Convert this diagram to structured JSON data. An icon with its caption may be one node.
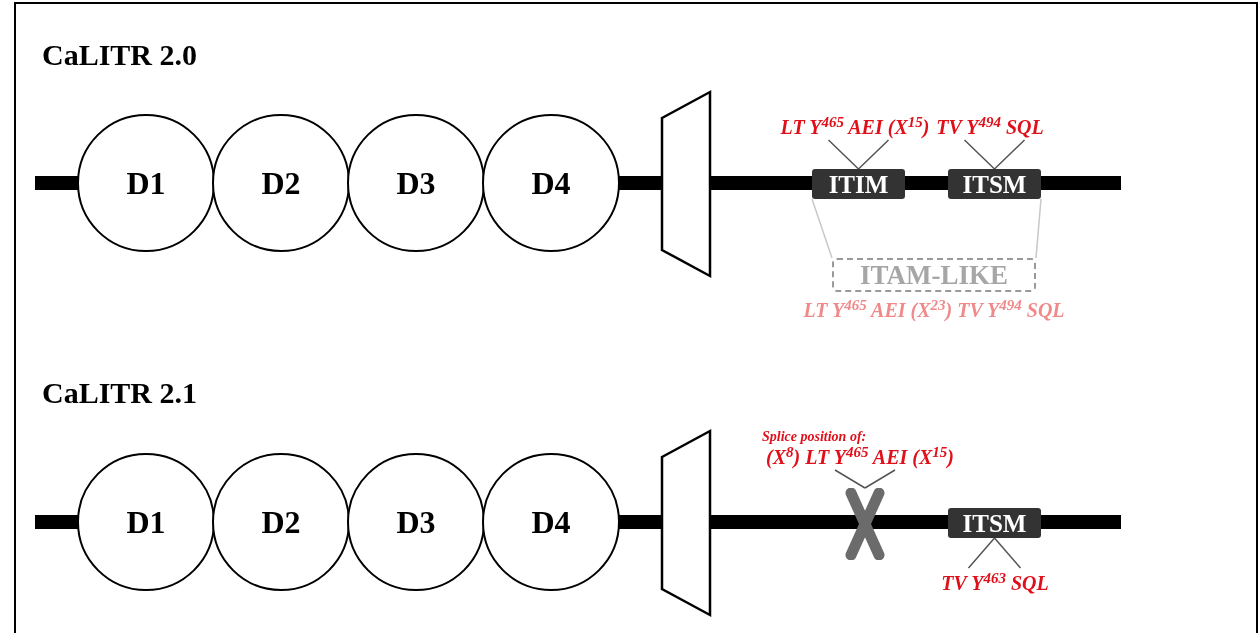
{
  "diagram": {
    "nodes": [
      {
        "text": [
          "D1"
        ]
      },
      {
        "text": [
          "D2"
        ]
      },
      {
        "text": [
          "D3"
        ]
      },
      {
        "text": [
          "D4"
        ]
      },
      {
        "text": [
          "ITIM"
        ]
      },
      {
        "text": [
          "ITSM"
        ]
      },
      {
        "text": [
          "LT Y$^{465}$ AEI (X$^{15}$)"
        ]
      },
      {
        "text": [
          "TV Y$^{494}$ SQL"
        ]
      },
      {
        "text": [
          "ITAM-LIKE"
        ],
        "beside": [
          "LT Y$^{465}$ AEI (X$^{23}$) TV Y$^{494}$ SQL"
        ]
      },
      {
        "text": [
          "D1"
        ]
      },
      {
        "text": [
          "D2"
        ]
      },
      {
        "text": [
          "D3"
        ]
      },
      {
        "text": [
          "D4"
        ]
      },
      {
        "text": [
          "Splice position of:",
          "(X$^{8}$) LT Y$^{465}$ AEI (X$^{15}$)"
        ]
      },
      {
        "text": [],
        "shape": "cross"
      },
      {
        "text": [
          "ITSM"
        ]
      },
      {
        "text": [
          "TV Y$^{463}$ SQL"
        ]
      }
    ],
    "edges": [
      {
        "from": 6,
        "to": 4,
        "arrow": "none"
      },
      {
        "from": 7,
        "to": 5,
        "arrow": "none"
      },
      {
        "from": 4,
        "to": 8,
        "arrow": "none",
        "color": "#c8c8c8"
      },
      {
        "from": 5,
        "to": 8,
        "arrow": "none",
        "color": "#c8c8c8"
      },
      {
        "from": 13,
        "to": 14,
        "arrow": "none"
      },
      {
        "from": 15,
        "to": 16,
        "arrow": "none"
      }
    ],
    "labels": [
      "CaLITR 2.0",
      "CaLITR 2.1"
    ]
  }
}
